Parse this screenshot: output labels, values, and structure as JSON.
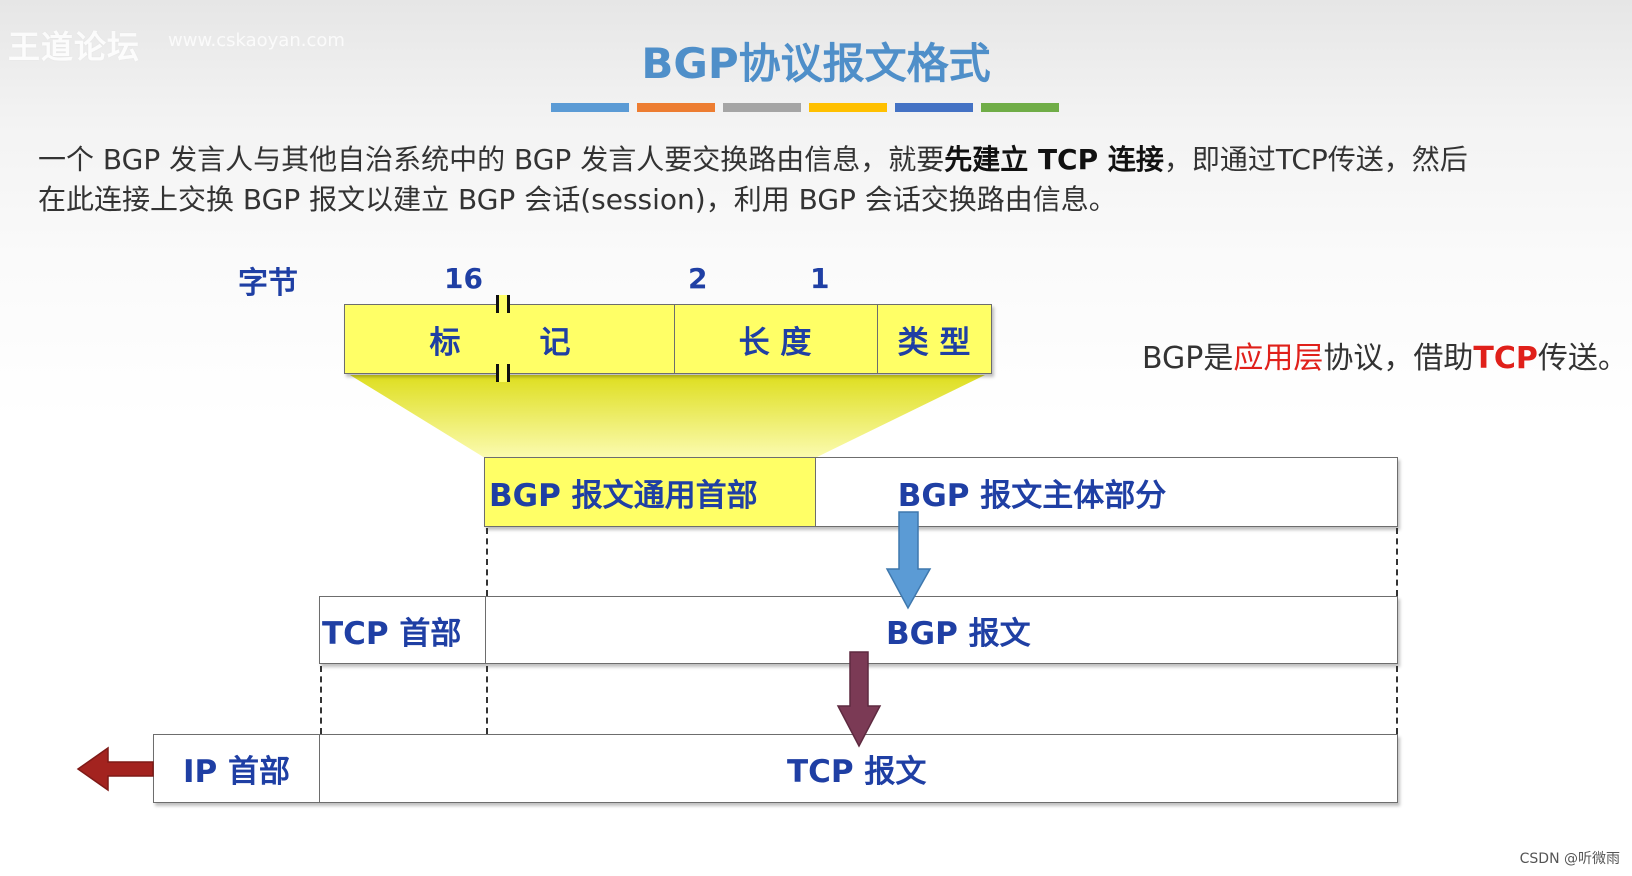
{
  "watermark": {
    "text": "王道论坛",
    "sub": "www.cskaoyan.com"
  },
  "title": "BGP协议报文格式",
  "title_colors": [
    "#5b9bd5",
    "#ed7d31",
    "#a5a5a5",
    "#ffc000",
    "#4472c4",
    "#70ad47"
  ],
  "intro": {
    "p1": "一个 BGP 发言人与其他自治系统中的 BGP 发言人要交换路由信息，就要",
    "p1_bold": "先建立 TCP 连接",
    "p1_end": "，即通过TCP传送，然后",
    "p2": "在此连接上交换 BGP 报文以建立 BGP 会话(session)，利用 BGP 会话交换路由信息。"
  },
  "side_note": {
    "a": "BGP是",
    "b": "应用层",
    "c": "协议，借助",
    "d": "TCP",
    "e": "传送。"
  },
  "header_fields": {
    "bytes_label": "字节",
    "marker_bytes": "16",
    "length_bytes": "2",
    "type_bytes": "1",
    "marker_a": "标",
    "marker_b": "记",
    "length": "长 度",
    "type": "类 型"
  },
  "bgp_msg": {
    "header": "BGP 报文通用首部",
    "body": "BGP 报文主体部分"
  },
  "tcp_seg": {
    "header": "TCP 首部",
    "data": "BGP 报文"
  },
  "ip_pkt": {
    "header": "IP 首部",
    "data": "TCP 报文"
  },
  "colors": {
    "label_blue": "#1f3fa4",
    "header_yellow": "#ffff66",
    "arrow_blue": "#5b9bd5",
    "arrow_purple": "#7b3a55",
    "arrow_red": "#a3231f"
  },
  "footer": "CSDN @听微雨"
}
